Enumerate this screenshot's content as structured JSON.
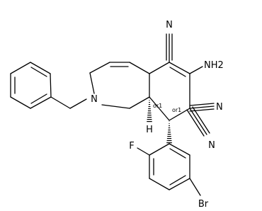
{
  "molecule": {
    "atom_labels": {
      "nitrile_n_top": "N",
      "amino": "NH2",
      "nitrile_n_right_upper": "N",
      "nitrile_n_right_lower": "N",
      "ring_nitrogen": "N",
      "ring_fusion_h": "H",
      "fluorine": "F",
      "bromine": "Br"
    },
    "stereo_labels": {
      "c8a": "or1",
      "c8": "or1"
    }
  }
}
